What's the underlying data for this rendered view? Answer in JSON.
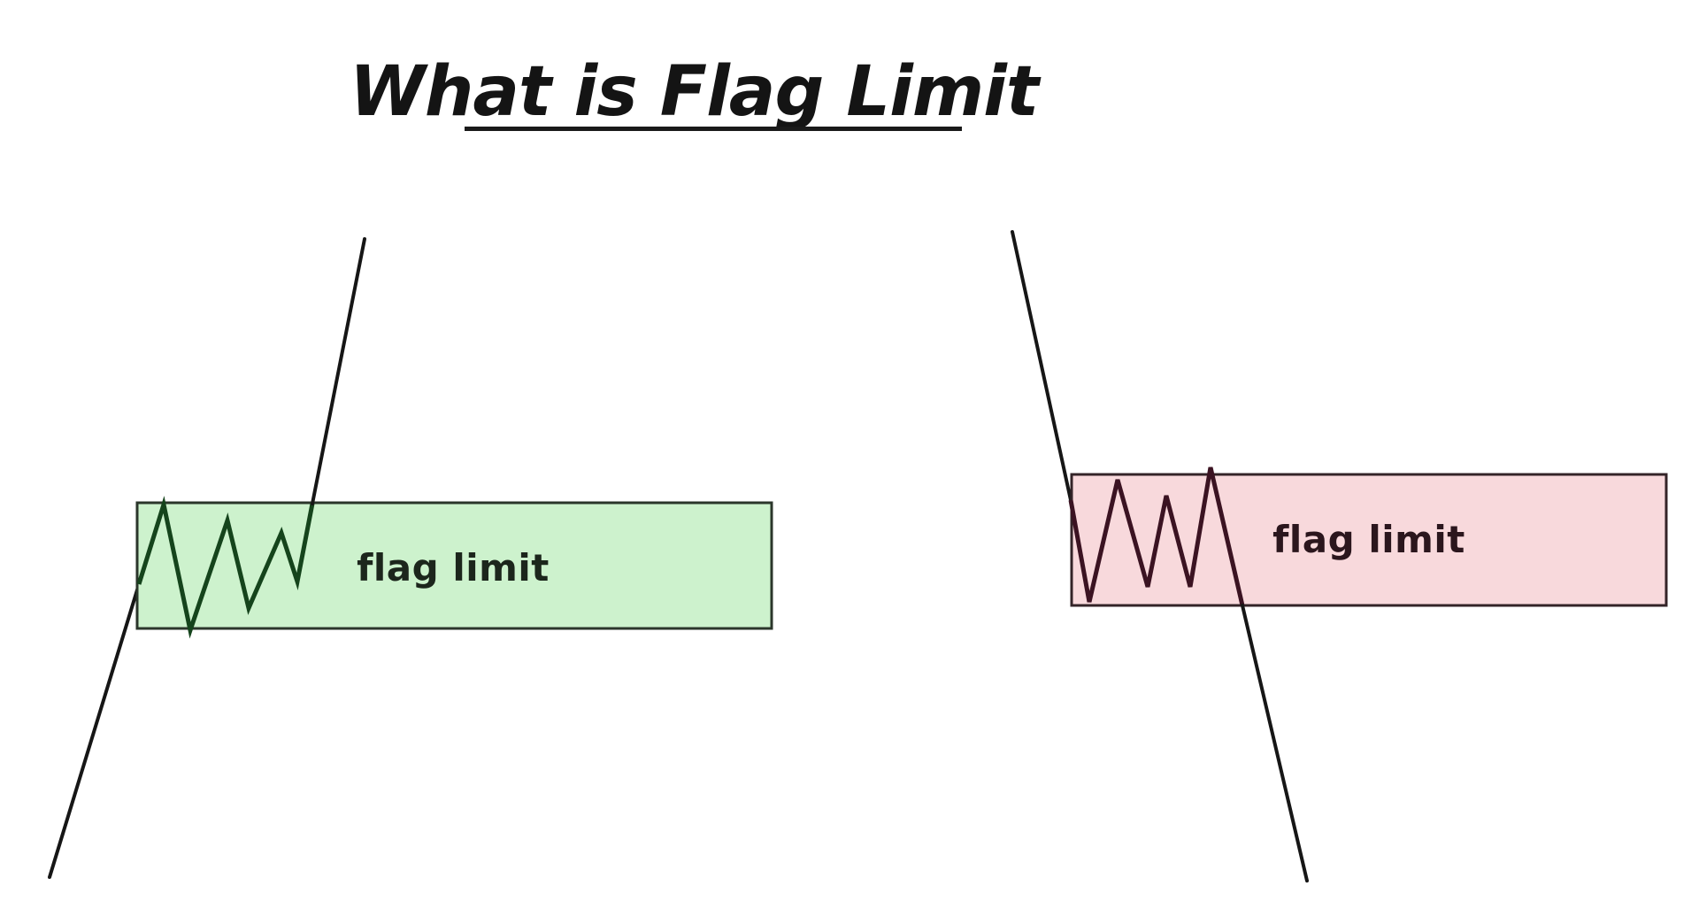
{
  "title": {
    "text": "What is Flag Limit"
  },
  "labels": {
    "bullish_flag": "flag limit",
    "bearish_flag": "flag limit"
  },
  "colors": {
    "background": "#ffffff",
    "title_text": "#141414",
    "title_underline": "#1a1a1a",
    "trend_line": "#161616",
    "bullish_box_fill": "#cdf2cd",
    "bullish_box_border": "#2b362b",
    "bullish_zigzag": "#15441c",
    "bullish_label_text": "#1c261c",
    "bearish_box_fill": "#f8d9dc",
    "bearish_box_border": "#342428",
    "bearish_zigzag": "#3b1322",
    "bearish_label_text": "#2b161d"
  }
}
